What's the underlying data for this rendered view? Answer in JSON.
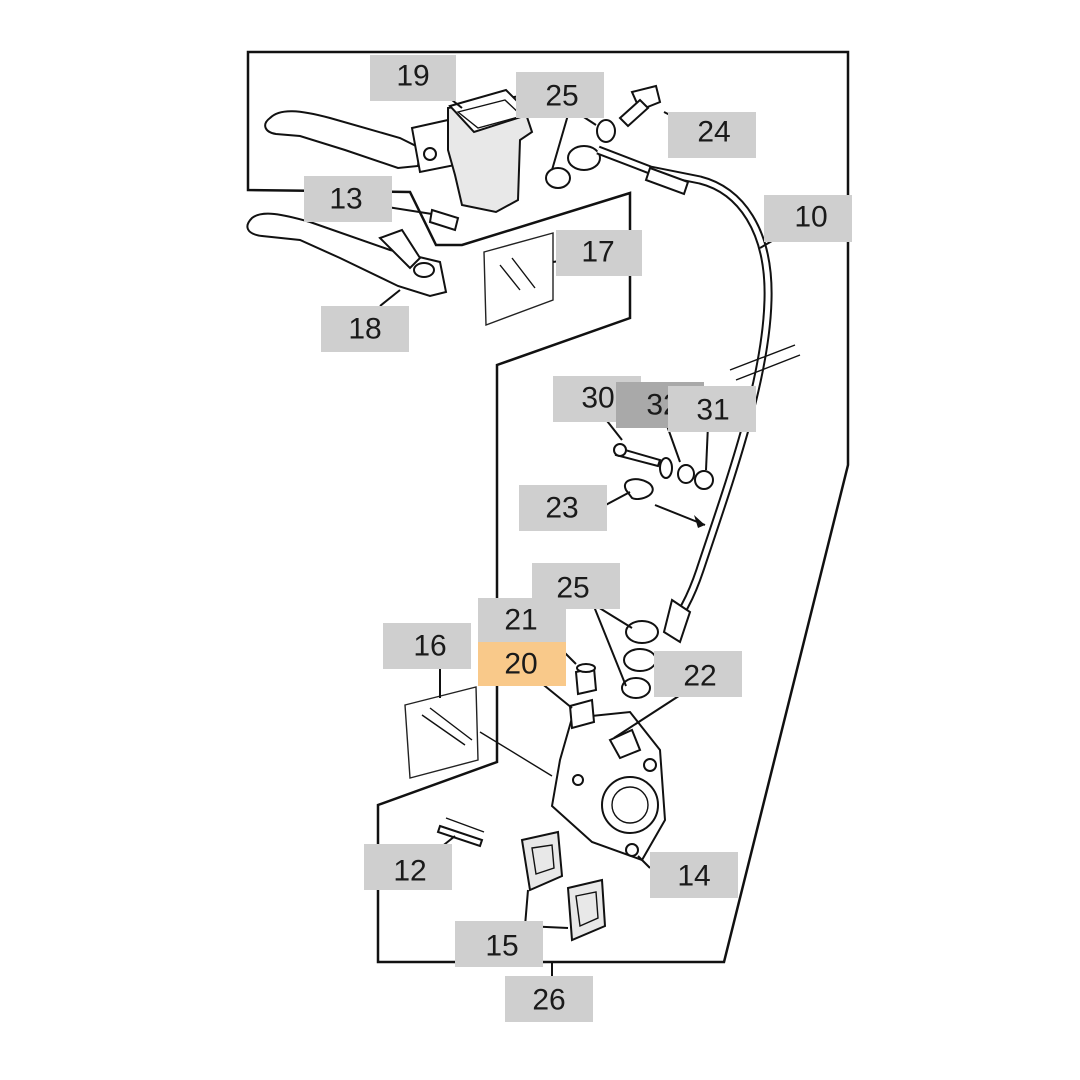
{
  "diagram": {
    "highlight_color": "#f9c98a",
    "label_color": "#cfcfcf",
    "callouts": [
      {
        "id": "19",
        "text": "19"
      },
      {
        "id": "25a",
        "text": "25"
      },
      {
        "id": "24",
        "text": "24"
      },
      {
        "id": "13",
        "text": "13"
      },
      {
        "id": "17",
        "text": "17"
      },
      {
        "id": "18",
        "text": "18"
      },
      {
        "id": "10",
        "text": "10"
      },
      {
        "id": "30",
        "text": "30"
      },
      {
        "id": "32",
        "text": "32"
      },
      {
        "id": "31",
        "text": "31"
      },
      {
        "id": "23",
        "text": "23"
      },
      {
        "id": "25b",
        "text": "25"
      },
      {
        "id": "21",
        "text": "21"
      },
      {
        "id": "20",
        "text": "20",
        "highlighted": true
      },
      {
        "id": "22",
        "text": "22"
      },
      {
        "id": "16",
        "text": "16"
      },
      {
        "id": "12",
        "text": "12"
      },
      {
        "id": "14",
        "text": "14"
      },
      {
        "id": "15",
        "text": "15"
      },
      {
        "id": "26",
        "text": "26"
      }
    ]
  }
}
